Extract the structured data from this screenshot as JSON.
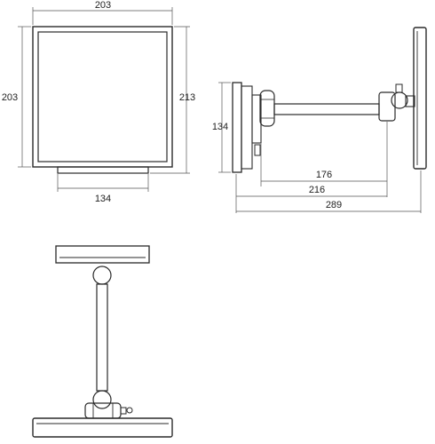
{
  "dimensions": {
    "front_width": "203",
    "front_height_left": "203",
    "front_height_right": "213",
    "front_base_width": "134",
    "side_height": "134",
    "side_arm": "176",
    "side_reach": "216",
    "side_total": "289"
  },
  "colors": {
    "line": "#2a2a2a",
    "dimension_line": "#555555",
    "background": "#ffffff"
  }
}
